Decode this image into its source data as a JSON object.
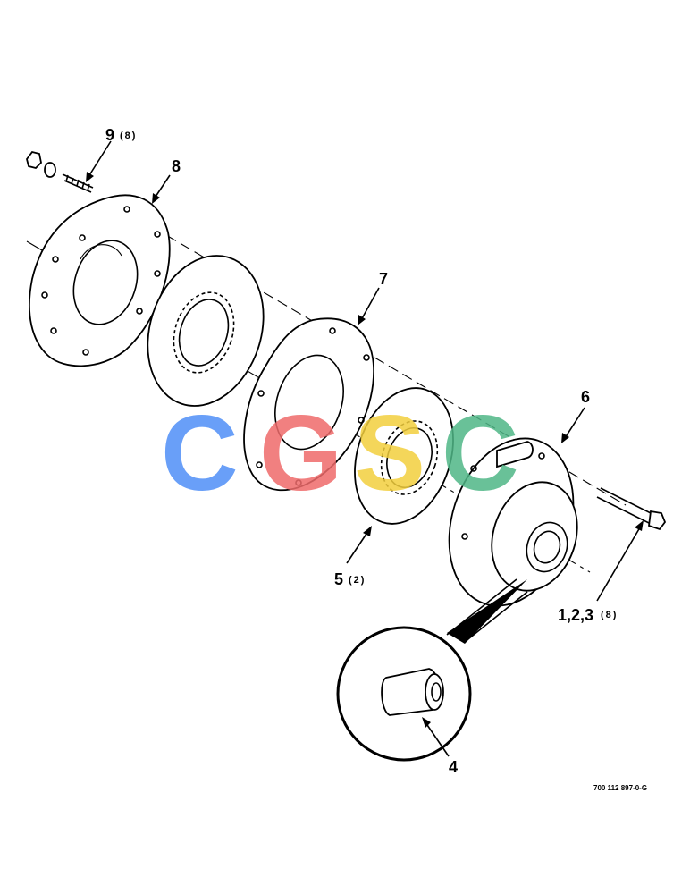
{
  "callouts": {
    "c9": {
      "number": "9",
      "qty": "(8)"
    },
    "c8": {
      "number": "8"
    },
    "c7": {
      "number": "7"
    },
    "c6": {
      "number": "6"
    },
    "c5": {
      "number": "5",
      "qty": "(2)"
    },
    "c123": {
      "number": "1,2,3",
      "qty": "(8)"
    },
    "c4": {
      "number": "4"
    }
  },
  "reference_code": "700 112 897-0-G",
  "watermark": {
    "text": "CGSC",
    "colors": [
      "#4f8ff7",
      "#ef6b6b",
      "#f3cf3e",
      "#4fb787"
    ]
  }
}
